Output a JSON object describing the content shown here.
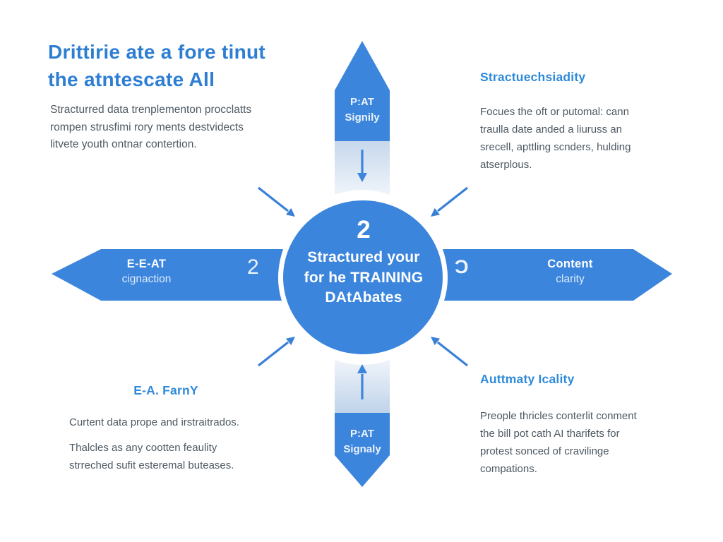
{
  "colors": {
    "primary_blue": "#3c85dd",
    "title_blue": "#2d7ed3",
    "heading_blue": "#2f8ad9",
    "body_gray": "#4d5963",
    "band_gradient_dark": "#c7d8ec",
    "band_gradient_light": "#eff4fa"
  },
  "header": {
    "title_line1": "Drittirie ate a fore tinut",
    "title_line2": "the atntescate All",
    "subtitle": "Stracturred data trenplementon procclatts\nrompen strusfimi rory ments destvidects\nlitvete youth ontnar contertion."
  },
  "top_arrow": {
    "label": "P:AT\nSignily"
  },
  "bottom_arrow": {
    "label": "P:AT\nSignaly"
  },
  "left_arrow": {
    "title": "E-E-AT",
    "subtitle": "cignaction",
    "numeral": "2"
  },
  "right_arrow": {
    "title": "Content",
    "subtitle": "clarity",
    "glyph": "Ɔ"
  },
  "center": {
    "number": "2",
    "line1_bold": "S",
    "line1_rest": "tractured your",
    "line2_pre": "for he ",
    "line2_bold": "TRAINING",
    "line3": "DAtAbates"
  },
  "sections": {
    "top_right": {
      "heading": "Stractuechsiadity",
      "body": "Focues the oft or putomal: cann\ntraulla date anded a liuruss an\nsrecell, apttling scnders, hulding\natserplous."
    },
    "bottom_left": {
      "heading": "E-A. FarnY",
      "para1": "Curtent data prope and irstraitrados.",
      "para2": "Thalcles as any cootten feaulity\nstrreched sufit esteremal buteases."
    },
    "bottom_right": {
      "heading": "Auttmaty Icality",
      "body": "Preople thricles conterlit conment\nthe bill pot cath AI tharifets for\nprotest sonced of cravilinge\ncompations."
    }
  }
}
